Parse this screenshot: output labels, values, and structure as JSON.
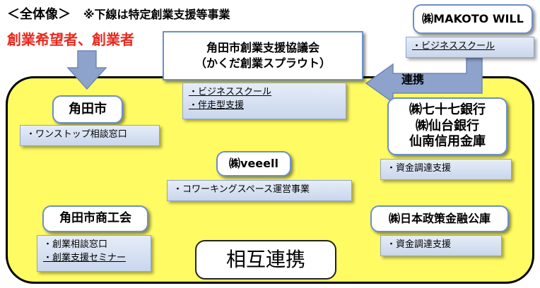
{
  "header": {
    "title": "＜全体像＞",
    "note": "※下線は特定創業支援等事業",
    "target": "創業希望者、創業者"
  },
  "council": {
    "line1": "角田市創業支援協議会",
    "line2": "（かくだ創業スプラウト）",
    "items": [
      "・ビジネススクール",
      "・伴走型支援"
    ]
  },
  "makoto": {
    "name": "㈱MAKOTO WILL",
    "items": [
      "・ビジネススクール"
    ]
  },
  "link_label": "連携",
  "city": {
    "name": "角田市",
    "items": [
      "・ワンストップ相談窓口"
    ]
  },
  "banks": {
    "names": [
      "㈱七十七銀行",
      "㈱仙台銀行",
      "仙南信用金庫"
    ],
    "items": [
      "・資金調達支援"
    ]
  },
  "veeell": {
    "name": "㈱veeell",
    "items": [
      "・コワーキングスペース運営事業"
    ]
  },
  "chamber": {
    "name": "角田市商工会",
    "items": [
      "・創業相談窓口",
      "・創業支援セミナー"
    ]
  },
  "jfc": {
    "name": "㈱日本政策金融公庫",
    "items": [
      "・資金調達支援"
    ]
  },
  "mutual": "相互連携",
  "colors": {
    "area_fill": "#fffb63",
    "target_text": "#e8281e",
    "box_border": "#6b8fc9",
    "sub_box_fill": "#d2ddef",
    "arrow_fill": "#8ea3cc"
  }
}
